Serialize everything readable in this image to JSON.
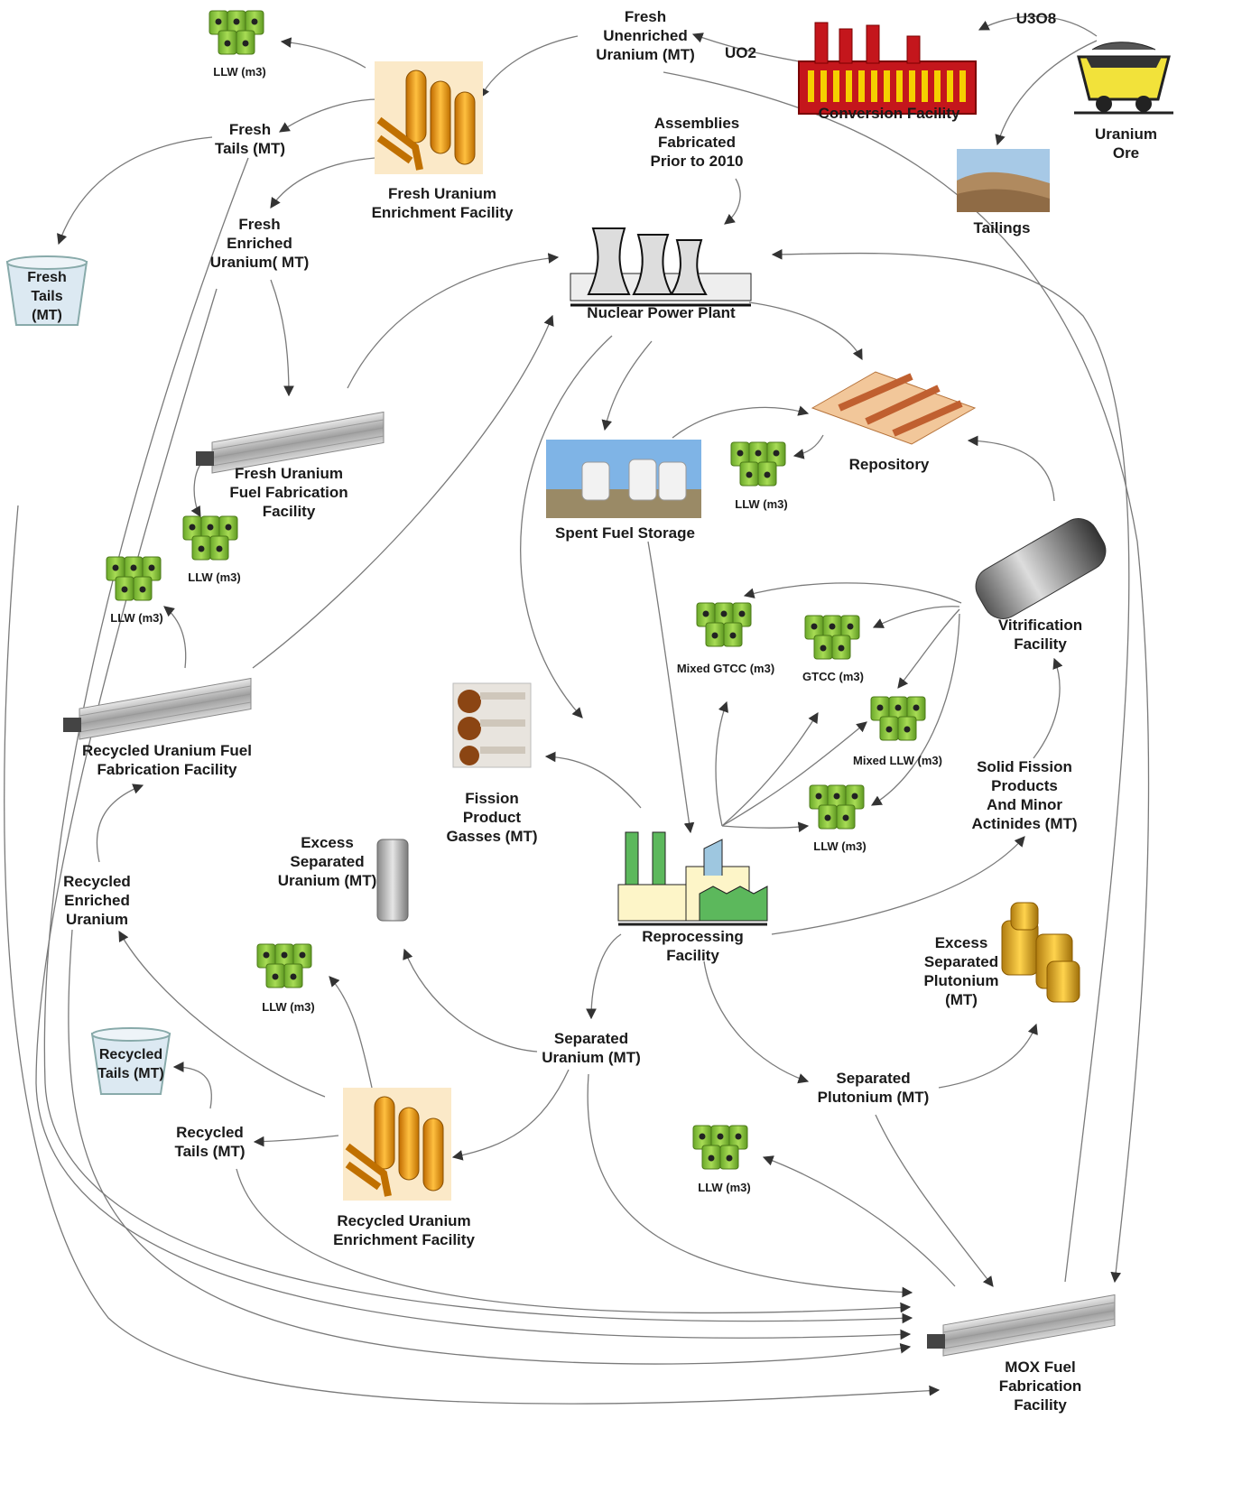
{
  "labels": {
    "fresh_unenriched": "Fresh\nUnenriched\nUranium (MT)",
    "uo2": "UO2",
    "u3o8": "U3O8",
    "conversion": "Conversion Facility",
    "uranium_ore": "Uranium\nOre",
    "tailings": "Tailings",
    "llw_top": "LLW (m3)",
    "fresh_tails": "Fresh\nTails (MT)",
    "fresh_tails_bin": "Fresh\nTails\n(MT)",
    "fresh_enrich_facility": "Fresh Uranium\nEnrichment Facility",
    "assemblies": "Assemblies\nFabricated\nPrior to 2010",
    "fresh_enriched": "Fresh\nEnriched\nUranium( MT)",
    "npp": "Nuclear Power Plant",
    "repository": "Repository",
    "spent_fuel": "Spent Fuel Storage",
    "llw_repo": "LLW (m3)",
    "fresh_fuel_fab": "Fresh Uranium\nFuel Fabrication\nFacility",
    "llw_fab": "LLW (m3)",
    "llw_recfab": "LLW (m3)",
    "vitrification": "Vitrification\nFacility",
    "mixed_gtcc": "Mixed GTCC (m3)",
    "gtcc": "GTCC (m3)",
    "mixed_llw": "Mixed LLW (m3)",
    "llw_reproc": "LLW (m3)",
    "recycled_fuel_fab": "Recycled Uranium Fuel\nFabrication Facility",
    "fission_gasses": "Fission\nProduct\nGasses (MT)",
    "solid_fission": "Solid Fission\nProducts\nAnd Minor\nActinides (MT)",
    "excess_sep_u": "Excess\nSeparated\nUranium (MT)",
    "reprocessing": "Reprocessing\nFacility",
    "recycled_enriched": "Recycled\nEnriched\nUranium",
    "excess_pu": "Excess\nSeparated\nPlutonium\n(MT)",
    "llw_recenrich": "LLW (m3)",
    "recycled_tails_bin": "Recycled\nTails (MT)",
    "separated_u": "Separated\nUranium (MT)",
    "separated_pu": "Separated\nPlutonium (MT)",
    "recycled_tails": "Recycled\nTails (MT)",
    "llw_mox": "LLW (m3)",
    "recycled_enrich_facility": "Recycled Uranium\nEnrichment Facility",
    "mox": "MOX Fuel\nFabrication\nFacility"
  },
  "colors": {
    "barrel": "#8cc63f",
    "factory_red": "#c4161c",
    "factory_yellow": "#f5d000",
    "enrich_orange": "#f0a020",
    "reproc_green": "#5cb85c",
    "arrow": "#7a7a7a"
  }
}
